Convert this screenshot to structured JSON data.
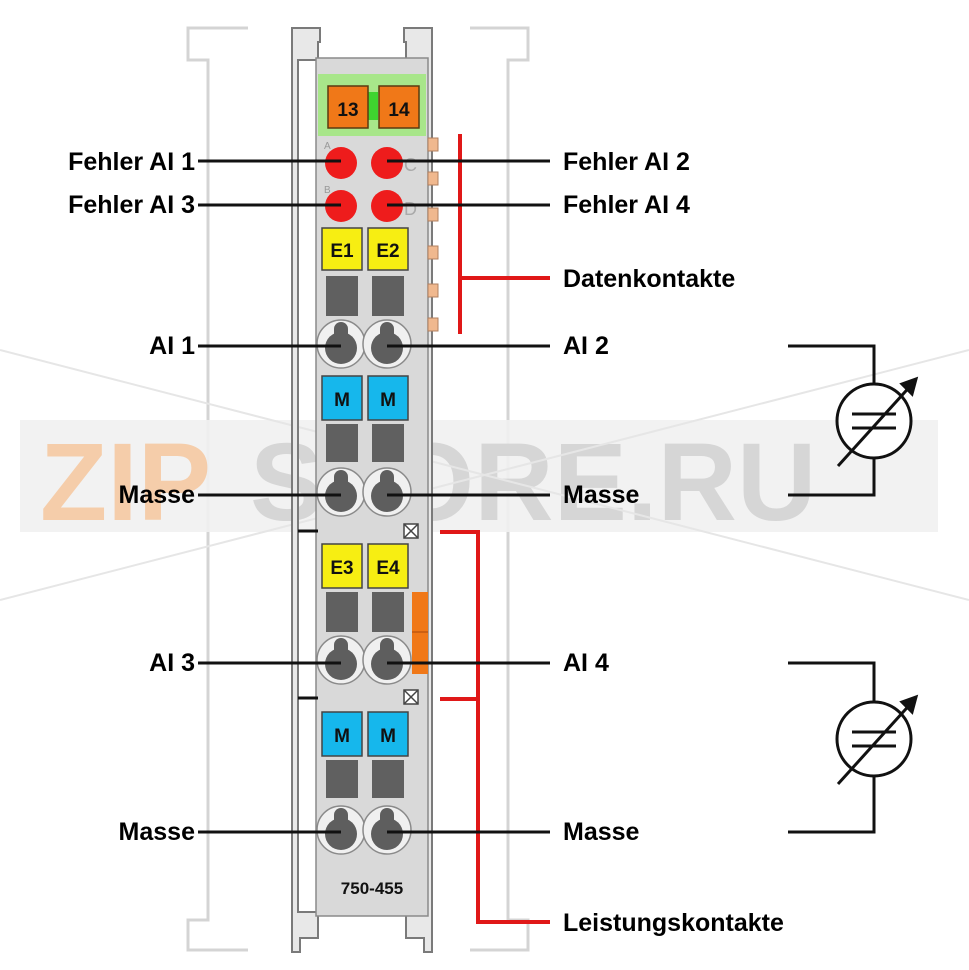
{
  "module": {
    "top_terminals": [
      "13",
      "14"
    ],
    "upper_tags": [
      "E1",
      "E2"
    ],
    "lower_tags": [
      "E3",
      "E4"
    ],
    "mass_tags": [
      "M",
      "M"
    ],
    "led_letters": [
      "A",
      "B",
      "C",
      "D"
    ],
    "part_number": "750-455"
  },
  "labels": {
    "fehler_ai1": "Fehler AI 1",
    "fehler_ai2": "Fehler AI 2",
    "fehler_ai3": "Fehler AI 3",
    "fehler_ai4": "Fehler AI 4",
    "datenkontakte": "Datenkontakte",
    "ai1": "AI 1",
    "ai2": "AI 2",
    "ai3": "AI 3",
    "ai4": "AI 4",
    "masse": "Masse",
    "leistungskontakte": "Leistungskontakte"
  },
  "watermark": {
    "part1": "ZIP",
    "part2": "STORE.RU"
  },
  "colors": {
    "led_red": "#ee1c1c",
    "tag_yellow": "#f7ee12",
    "tag_blue": "#16b7ec",
    "terminal_orange": "#f07818",
    "header_green": "#a8e68a",
    "line_red": "#e01818",
    "contact_peach": "#f0b88e"
  }
}
